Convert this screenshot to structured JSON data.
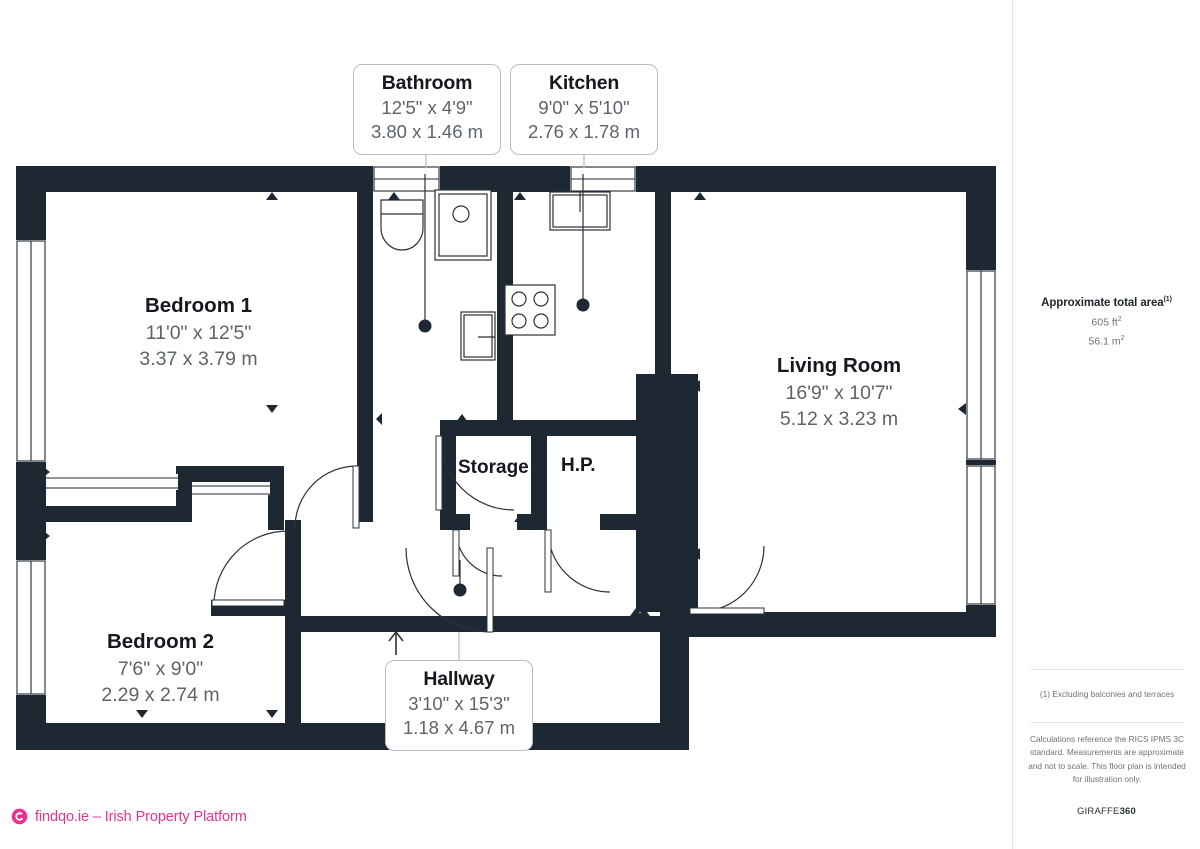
{
  "document": {
    "type": "floor-plan",
    "wall_color": "#1e2833",
    "accent_color": "#e8338f",
    "label_text_color": "#15191e",
    "dimension_text_color": "#5d646c"
  },
  "rooms": [
    {
      "id": "bathroom",
      "name": "Bathroom",
      "imperial": "12'5\" x 4'9\"",
      "metric": "3.80 x 1.46 m",
      "label_style": "callout"
    },
    {
      "id": "kitchen",
      "name": "Kitchen",
      "imperial": "9'0\" x 5'10\"",
      "metric": "2.76 x 1.78 m",
      "label_style": "callout"
    },
    {
      "id": "bedroom-1",
      "name": "Bedroom 1",
      "imperial": "11'0\" x 12'5\"",
      "metric": "3.37 x 3.79 m",
      "label_style": "inline"
    },
    {
      "id": "living-room",
      "name": "Living Room",
      "imperial": "16'9\" x 10'7\"",
      "metric": "5.12 x 3.23 m",
      "label_style": "inline"
    },
    {
      "id": "bedroom-2",
      "name": "Bedroom 2",
      "imperial": "7'6\" x 9'0\"",
      "metric": "2.29 x 2.74 m",
      "label_style": "inline"
    },
    {
      "id": "hallway",
      "name": "Hallway",
      "imperial": "3'10\" x 15'3\"",
      "metric": "1.18 x 4.67 m",
      "label_style": "callout"
    },
    {
      "id": "storage",
      "name": "Storage",
      "label_style": "name-only"
    },
    {
      "id": "hp",
      "name": "H.P.",
      "label_style": "name-only"
    }
  ],
  "sidebar": {
    "area_title": "Approximate total area",
    "area_title_superscript": "(1)",
    "area_sqft": "605 ft",
    "area_sqft_sup": "2",
    "area_sqm": "56.1 m",
    "area_sqm_sup": "2",
    "footnote_1": "(1) Excluding balconies and terraces",
    "footnote_2": "Calculations reference the RICS IPMS 3C standard. Measurements are approximate and not to scale. This floor plan is intended for illustration only.",
    "brand_prefix": "GIRAFFE",
    "brand_suffix": "360"
  },
  "footer": {
    "logo_icon": "findqo-spiral-icon",
    "logo_text": "findqo.ie – Irish Property Platform"
  }
}
